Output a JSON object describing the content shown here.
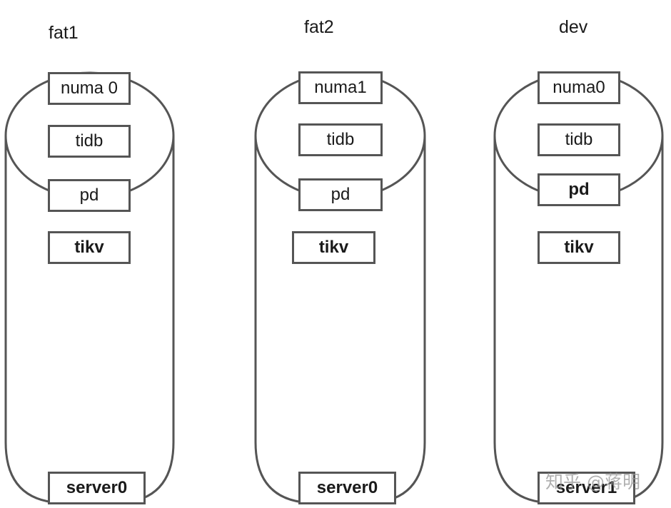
{
  "columns": [
    {
      "title": "fat1",
      "numa": "numa 0",
      "tidb": "tidb",
      "pd": "pd",
      "tikv": "tikv",
      "server": "server0"
    },
    {
      "title": "fat2",
      "numa": "numa1",
      "tidb": "tidb",
      "pd": "pd",
      "tikv": "tikv",
      "server": "server0"
    },
    {
      "title": "dev",
      "numa": "numa0",
      "tidb": "tidb",
      "pd": "pd",
      "tikv": "tikv",
      "server": "server1"
    }
  ],
  "watermark": "知乎 @蒋明",
  "colors": {
    "stroke": "#555555",
    "text": "#1a1a1a"
  }
}
